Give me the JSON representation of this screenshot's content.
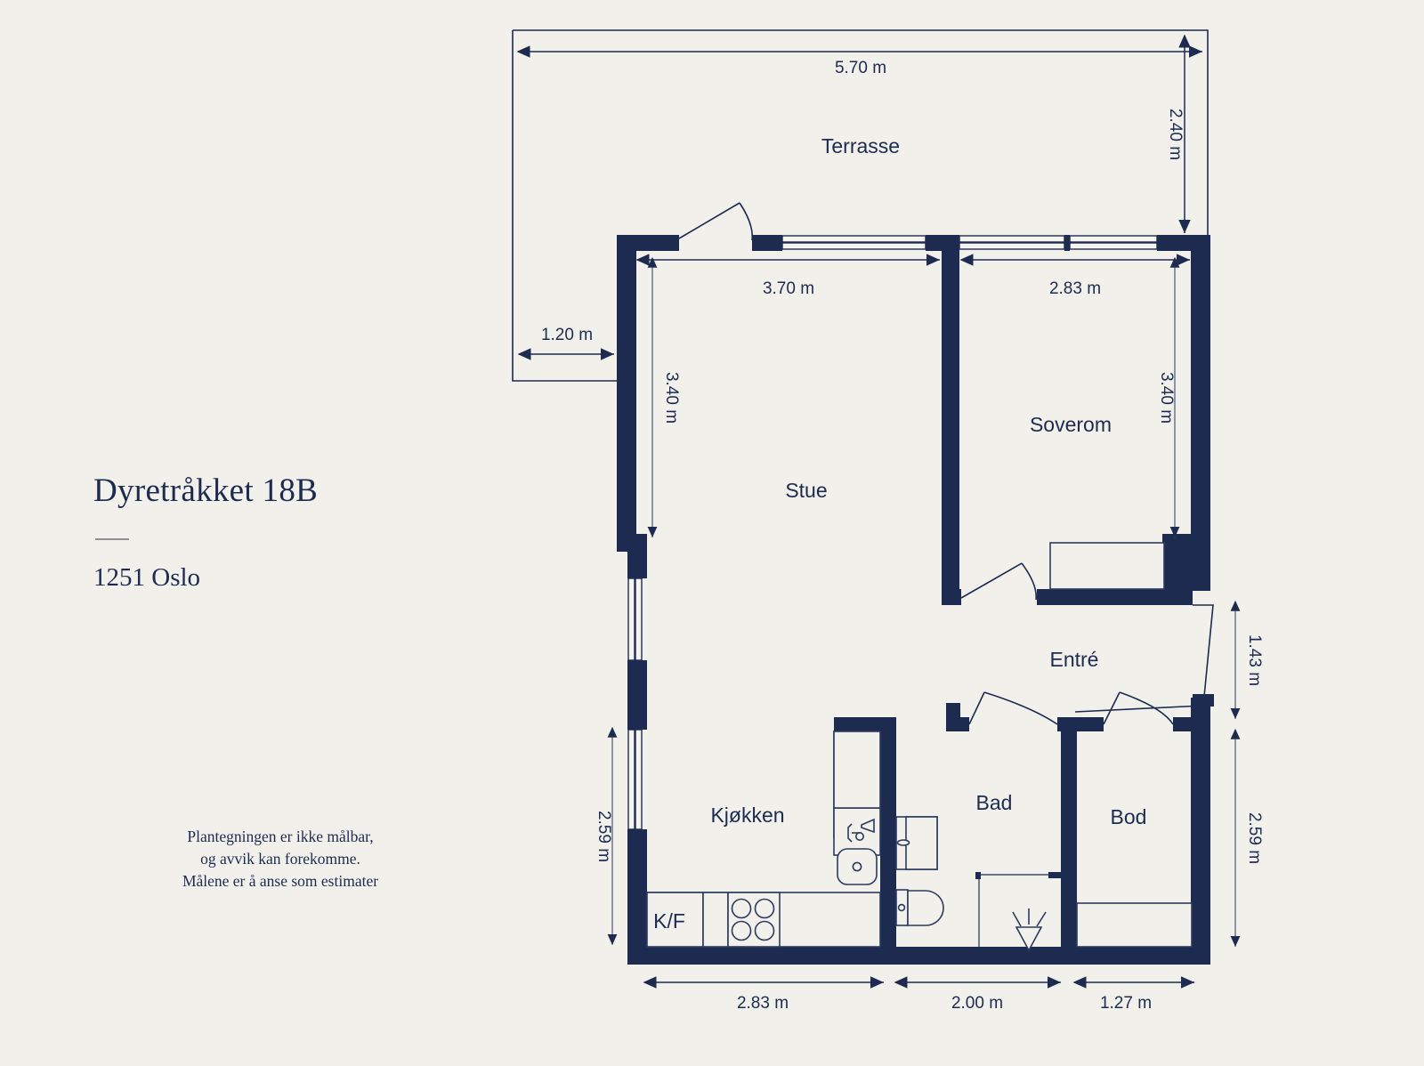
{
  "document": {
    "title": "Dyretråkket 18B",
    "subtitle": "1251 Oslo",
    "disclaimer_line1": "Plantegningen er ikke målbar,",
    "disclaimer_line2": "og avvik kan forekomme.",
    "disclaimer_line3": "Målene er å anse som estimater"
  },
  "colors": {
    "background": "#f2f0ea",
    "wall": "#1d2b51",
    "ink": "#1d2b51",
    "rule": "#8d8f93"
  },
  "rooms": [
    {
      "key": "terrasse",
      "label": "Terrasse"
    },
    {
      "key": "stue",
      "label": "Stue"
    },
    {
      "key": "soverom",
      "label": "Soverom"
    },
    {
      "key": "entre",
      "label": "Entré"
    },
    {
      "key": "kjokken",
      "label": "Kjøkken"
    },
    {
      "key": "bad",
      "label": "Bad"
    },
    {
      "key": "bod",
      "label": "Bod"
    }
  ],
  "appliances": [
    {
      "key": "fridge_freezer",
      "label": "K/F"
    }
  ],
  "dimensions": {
    "terrace_width": "5.70 m",
    "terrace_depth": "2.40 m",
    "stue_width": "3.70 m",
    "stue_depth": "3.40 m",
    "soverom_width": "2.83 m",
    "soverom_depth": "3.40 m",
    "terrace_offset_left": "1.20 m",
    "left_lower": "2.59 m",
    "right_entry": "1.43 m",
    "right_lower": "2.59 m",
    "bottom_kitchen": "2.83 m",
    "bottom_bad": "2.00 m",
    "bottom_bod": "1.27 m"
  },
  "icons": [
    {
      "key": "shower-icon",
      "room": "bad"
    },
    {
      "key": "sink-icon",
      "room": "bad"
    },
    {
      "key": "bathtub-icon",
      "room": "bad"
    },
    {
      "key": "toilet-icon",
      "room": "bad"
    },
    {
      "key": "floor-drain-icon",
      "room": "bad"
    },
    {
      "key": "stove-icon",
      "room": "kjokken"
    },
    {
      "key": "counter-icon",
      "room": "kjokken"
    },
    {
      "key": "wardrobe-icon",
      "room": "entre"
    },
    {
      "key": "shelf-icon",
      "room": "bod"
    }
  ]
}
